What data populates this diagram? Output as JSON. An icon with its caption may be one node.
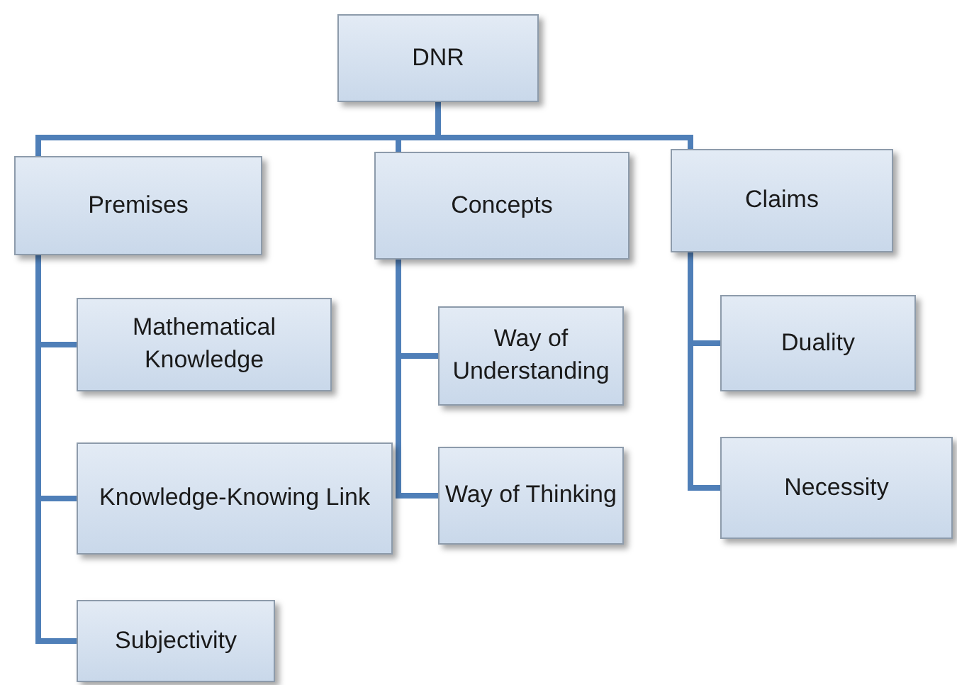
{
  "diagram": {
    "nodes": [
      {
        "text": [
          "DNR"
        ]
      },
      {
        "text": [
          "Premises"
        ]
      },
      {
        "text": [
          "Concepts"
        ]
      },
      {
        "text": [
          "Claims"
        ]
      },
      {
        "text": [
          "Mathematical Knowledge"
        ]
      },
      {
        "text": [
          "Knowledge-Knowing Link"
        ]
      },
      {
        "text": [
          "Subjectivity"
        ]
      },
      {
        "text": [
          "Way of Understanding"
        ]
      },
      {
        "text": [
          "Way of Thinking"
        ]
      },
      {
        "text": [
          "Duality"
        ]
      },
      {
        "text": [
          "Necessity"
        ]
      }
    ],
    "edges": [
      {
        "from": 0,
        "to": 1,
        "arrow": "none"
      },
      {
        "from": 0,
        "to": 2,
        "arrow": "none"
      },
      {
        "from": 0,
        "to": 3,
        "arrow": "none"
      },
      {
        "from": 1,
        "to": 4,
        "arrow": "none"
      },
      {
        "from": 1,
        "to": 5,
        "arrow": "none"
      },
      {
        "from": 1,
        "to": 6,
        "arrow": "none"
      },
      {
        "from": 2,
        "to": 7,
        "arrow": "none"
      },
      {
        "from": 2,
        "to": 8,
        "arrow": "none"
      },
      {
        "from": 3,
        "to": 9,
        "arrow": "none"
      },
      {
        "from": 3,
        "to": 10,
        "arrow": "none"
      }
    ]
  }
}
